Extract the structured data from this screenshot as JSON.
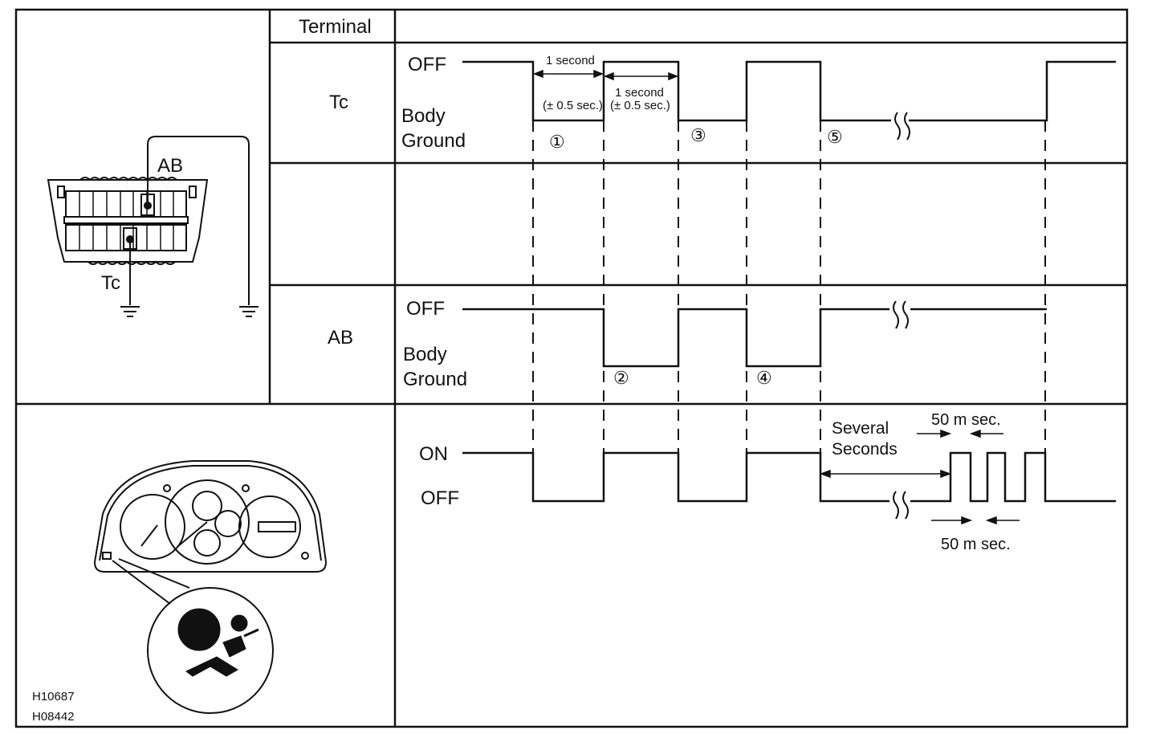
{
  "header": {
    "terminal_label": "Terminal"
  },
  "rows": {
    "tc": {
      "terminal": "Tc",
      "off_label": "OFF",
      "ground_line1": "Body",
      "ground_line2": "Ground",
      "timing": {
        "first": "1 second",
        "first_tol": "(± 0.5 sec.)",
        "second": "1 second",
        "second_tol": "(± 0.5 sec.)"
      },
      "steps": [
        "①",
        "③",
        "⑤"
      ]
    },
    "ab": {
      "terminal": "AB",
      "off_label": "OFF",
      "ground_line1": "Body",
      "ground_line2": "Ground",
      "steps": [
        "②",
        "④"
      ]
    },
    "warning": {
      "on_label": "ON",
      "off_label": "OFF",
      "several_line1": "Several",
      "several_line2": "Seconds",
      "blink_upper": "50 m sec.",
      "blink_lower": "50 m sec."
    }
  },
  "connector": {
    "ab_label": "AB",
    "tc_label": "Tc"
  },
  "codes": [
    "H10687",
    "H08442"
  ]
}
